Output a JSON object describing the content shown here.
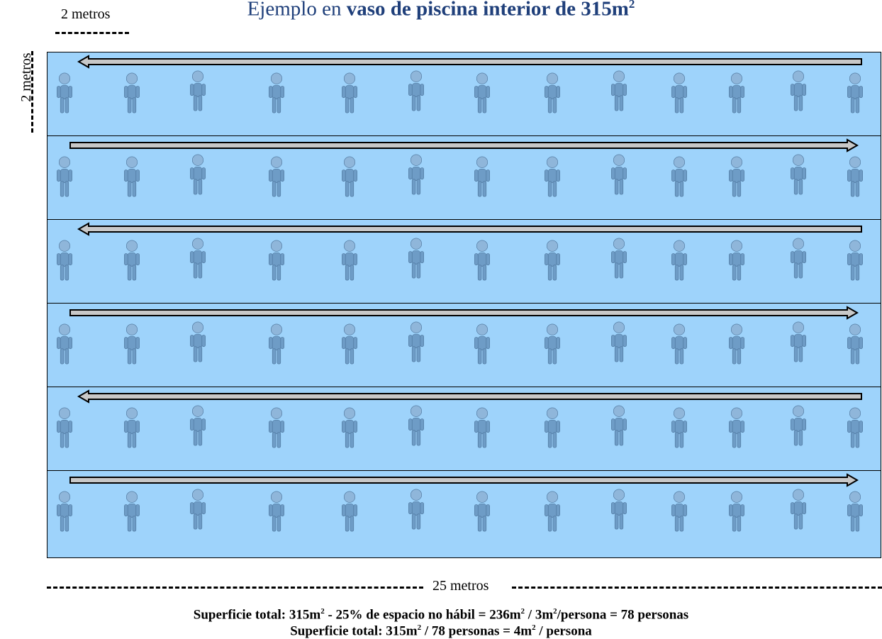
{
  "title": {
    "prefix": "Ejemplo en ",
    "bold": "vaso de piscina interior de 315m",
    "sup": "2"
  },
  "scales": {
    "top_label": "2 metros",
    "side_label": "2 metros",
    "bottom_label": "25 metros"
  },
  "colors": {
    "water": "#9ed3fb",
    "arrow_fill": "#c8c8c8",
    "person_body": "#6e9cc6",
    "title": "#1f3f7a"
  },
  "lanes": [
    {
      "direction": "left",
      "people": 13
    },
    {
      "direction": "right",
      "people": 13
    },
    {
      "direction": "left",
      "people": 13
    },
    {
      "direction": "right",
      "people": 13
    },
    {
      "direction": "left",
      "people": 13
    },
    {
      "direction": "right",
      "people": 13
    }
  ],
  "icons": [
    "left-arrow-icon",
    "right-arrow-icon",
    "person-icon"
  ],
  "calculations": [
    {
      "parts": [
        {
          "t": "Superficie total: 315m"
        },
        {
          "s": "2"
        },
        {
          "t": " - 25% de espacio no hábil = 236m"
        },
        {
          "s": "2"
        },
        {
          "t": " / 3m"
        },
        {
          "s": "2"
        },
        {
          "t": "/persona = 78 personas"
        }
      ]
    },
    {
      "parts": [
        {
          "t": "Superficie total: 315m"
        },
        {
          "s": "2"
        },
        {
          "t": " / 78 personas = 4m"
        },
        {
          "s": "2"
        },
        {
          "t": " / persona"
        }
      ]
    }
  ]
}
